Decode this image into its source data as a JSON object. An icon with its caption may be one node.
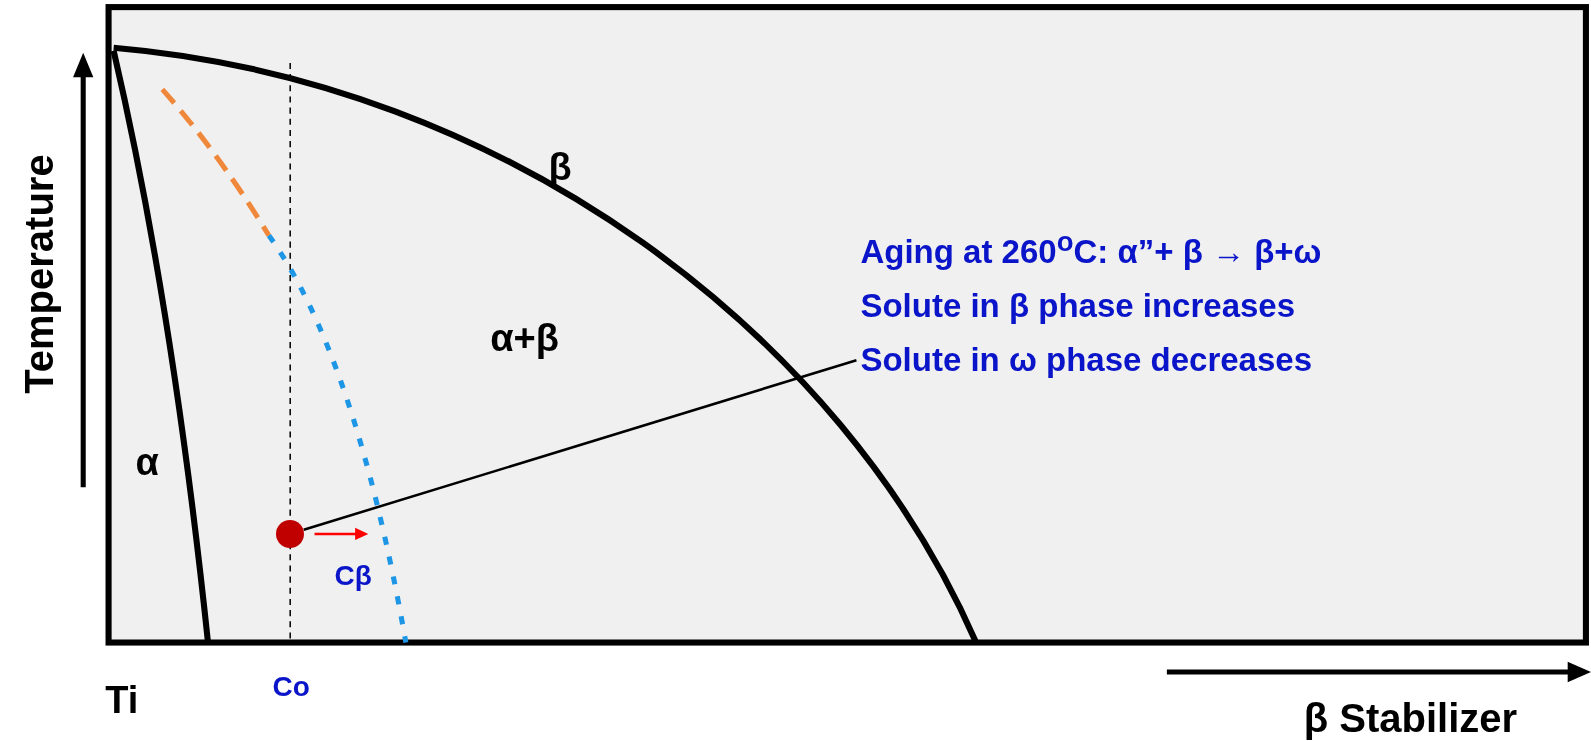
{
  "diagram": {
    "nodes": [
      {
        "text": [
          "Aging at 260$^{o}$C: α”+ β → β+ω",
          "Solute in β phase increases",
          "Solute in ω phase decreases"
        ]
      },
      {
        "text": [],
        "shape": "circle"
      }
    ],
    "edges": [
      {
        "from": 0,
        "to": 1,
        "arrow": "none"
      }
    ],
    "labels": [
      "β",
      "α+β",
      "Temperature",
      "α",
      "Cβ",
      "Ti",
      "Co",
      "β Stabilizer"
    ]
  }
}
